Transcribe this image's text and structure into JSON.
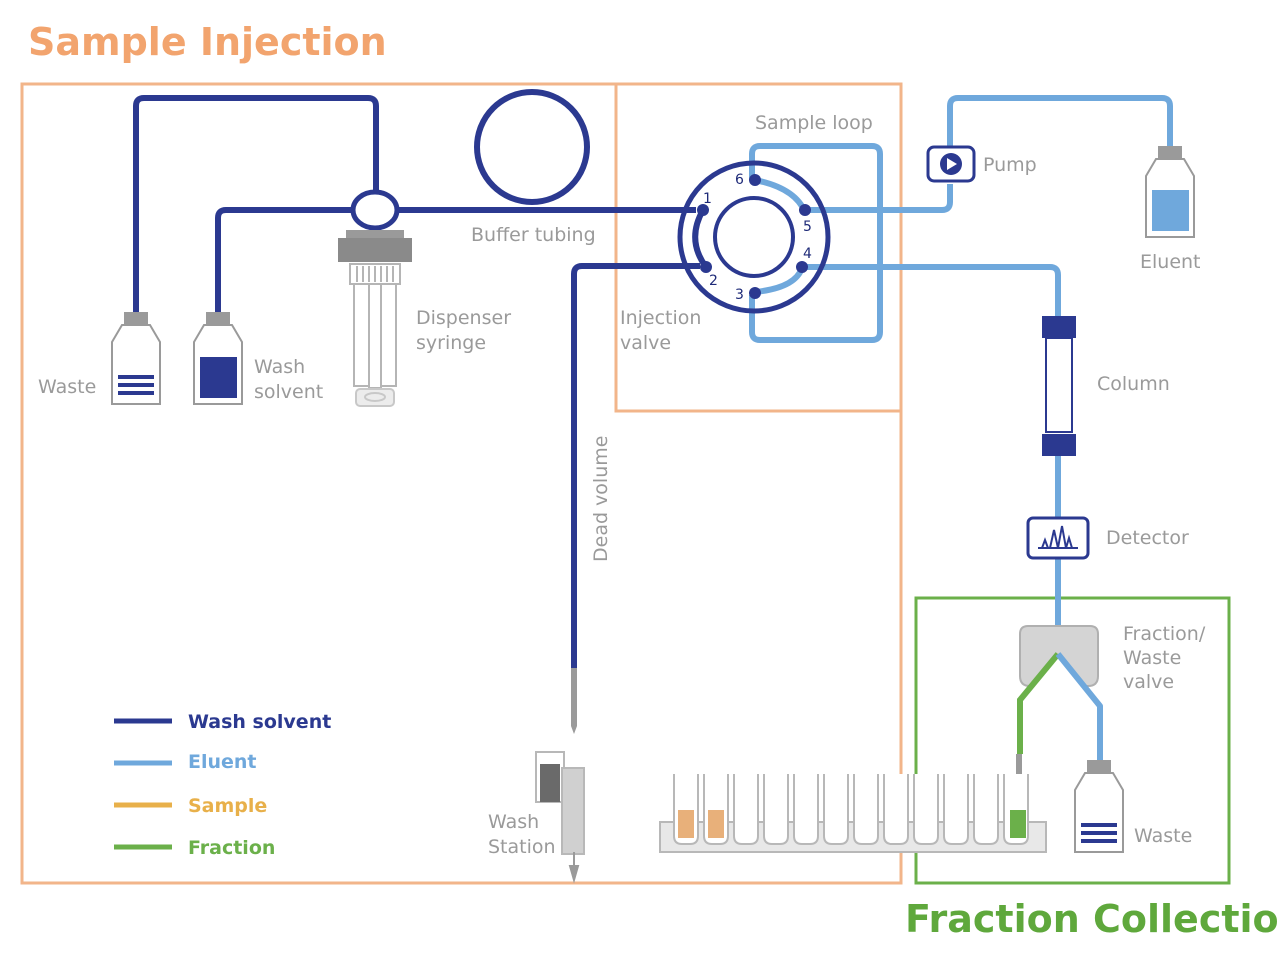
{
  "titles": {
    "sample_injection": "Sample Injection",
    "fraction_collection": "Fraction Collection"
  },
  "labels": {
    "sample_loop": "Sample loop",
    "pump": "Pump",
    "buffer_tubing": "Buffer tubing",
    "eluent": "Eluent",
    "dispenser_1": "Dispenser",
    "dispenser_2": "syringe",
    "injection_1": "Injection",
    "injection_2": "valve",
    "wash_solvent_1": "Wash",
    "wash_solvent_2": "solvent",
    "waste_left": "Waste",
    "column": "Column",
    "detector": "Detector",
    "dead_volume": "Dead volume",
    "fw_1": "Fraction/",
    "fw_2": "Waste",
    "fw_3": "valve",
    "wash_station_1": "Wash",
    "wash_station_2": "Station",
    "waste_right": "Waste"
  },
  "valve_ports": [
    "1",
    "2",
    "3",
    "4",
    "5",
    "6"
  ],
  "legend": [
    {
      "label": "Wash solvent",
      "color": "#2b3990"
    },
    {
      "label": "Eluent",
      "color": "#6fa8dc"
    },
    {
      "label": "Sample",
      "color": "#e8b04a"
    },
    {
      "label": "Fraction",
      "color": "#6bb04a"
    }
  ],
  "colors": {
    "wash_solvent": "#2b3990",
    "eluent": "#6fa8dc",
    "sample": "#e8b04a",
    "fraction": "#6bb04a",
    "injection_box": "#f2b58a",
    "fraction_box": "#6bb04a",
    "title_orange": "#f2a46e",
    "title_green": "#5fa83c"
  }
}
